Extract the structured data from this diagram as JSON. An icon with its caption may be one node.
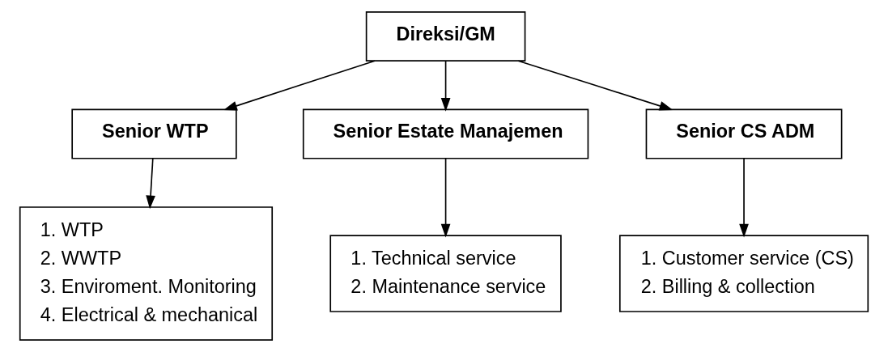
{
  "diagram": {
    "nodes": [
      {
        "text": [
          "Direksi/GM"
        ]
      },
      {
        "text": [
          "Senior WTP"
        ]
      },
      {
        "text": [
          "Senior Estate Manajemen"
        ]
      },
      {
        "text": [
          "Senior CS ADM"
        ]
      },
      {
        "text": [
          "1. WTP",
          "2. WWTP",
          "3. Enviroment. Monitoring",
          "4. Electrical & mechanical"
        ]
      },
      {
        "text": [
          "1. Technical service",
          "2. Maintenance service"
        ]
      },
      {
        "text": [
          "1. Customer service (CS)",
          "2. Billing & collection"
        ]
      }
    ],
    "edges": [
      {
        "from": 0,
        "to": 1,
        "arrow": "to"
      },
      {
        "from": 0,
        "to": 2,
        "arrow": "to"
      },
      {
        "from": 0,
        "to": 3,
        "arrow": "to"
      },
      {
        "from": 1,
        "to": 4,
        "arrow": "to"
      },
      {
        "from": 2,
        "to": 5,
        "arrow": "to"
      },
      {
        "from": 3,
        "to": 6,
        "arrow": "to"
      }
    ]
  }
}
